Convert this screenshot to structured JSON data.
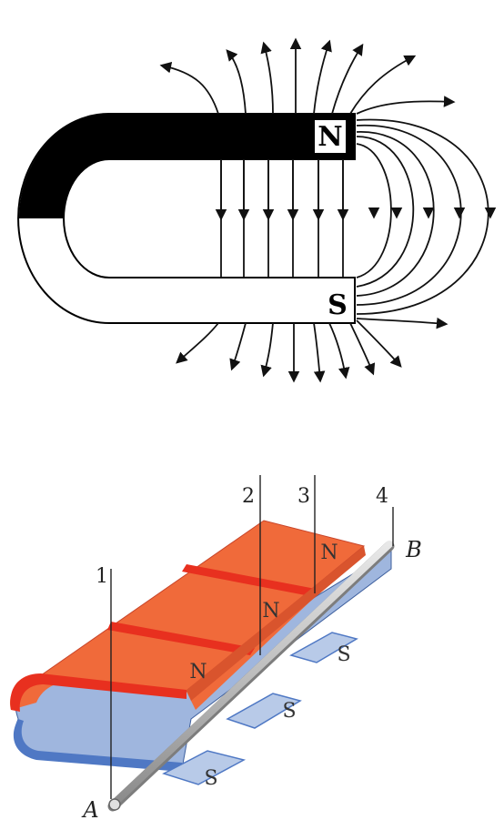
{
  "top_magnet": {
    "north_label": "N",
    "south_label": "S"
  },
  "bottom_magnet": {
    "line_labels": [
      "1",
      "2",
      "3",
      "4"
    ],
    "end_a": "A",
    "end_b": "B",
    "north_labels": [
      "N",
      "N",
      "N"
    ],
    "south_labels": [
      "S",
      "S",
      "S"
    ],
    "colors": {
      "north": "#f06a3a",
      "north_edge": "#e8301f",
      "south": "#9fb6de",
      "south_edge": "#4f78c4"
    }
  }
}
